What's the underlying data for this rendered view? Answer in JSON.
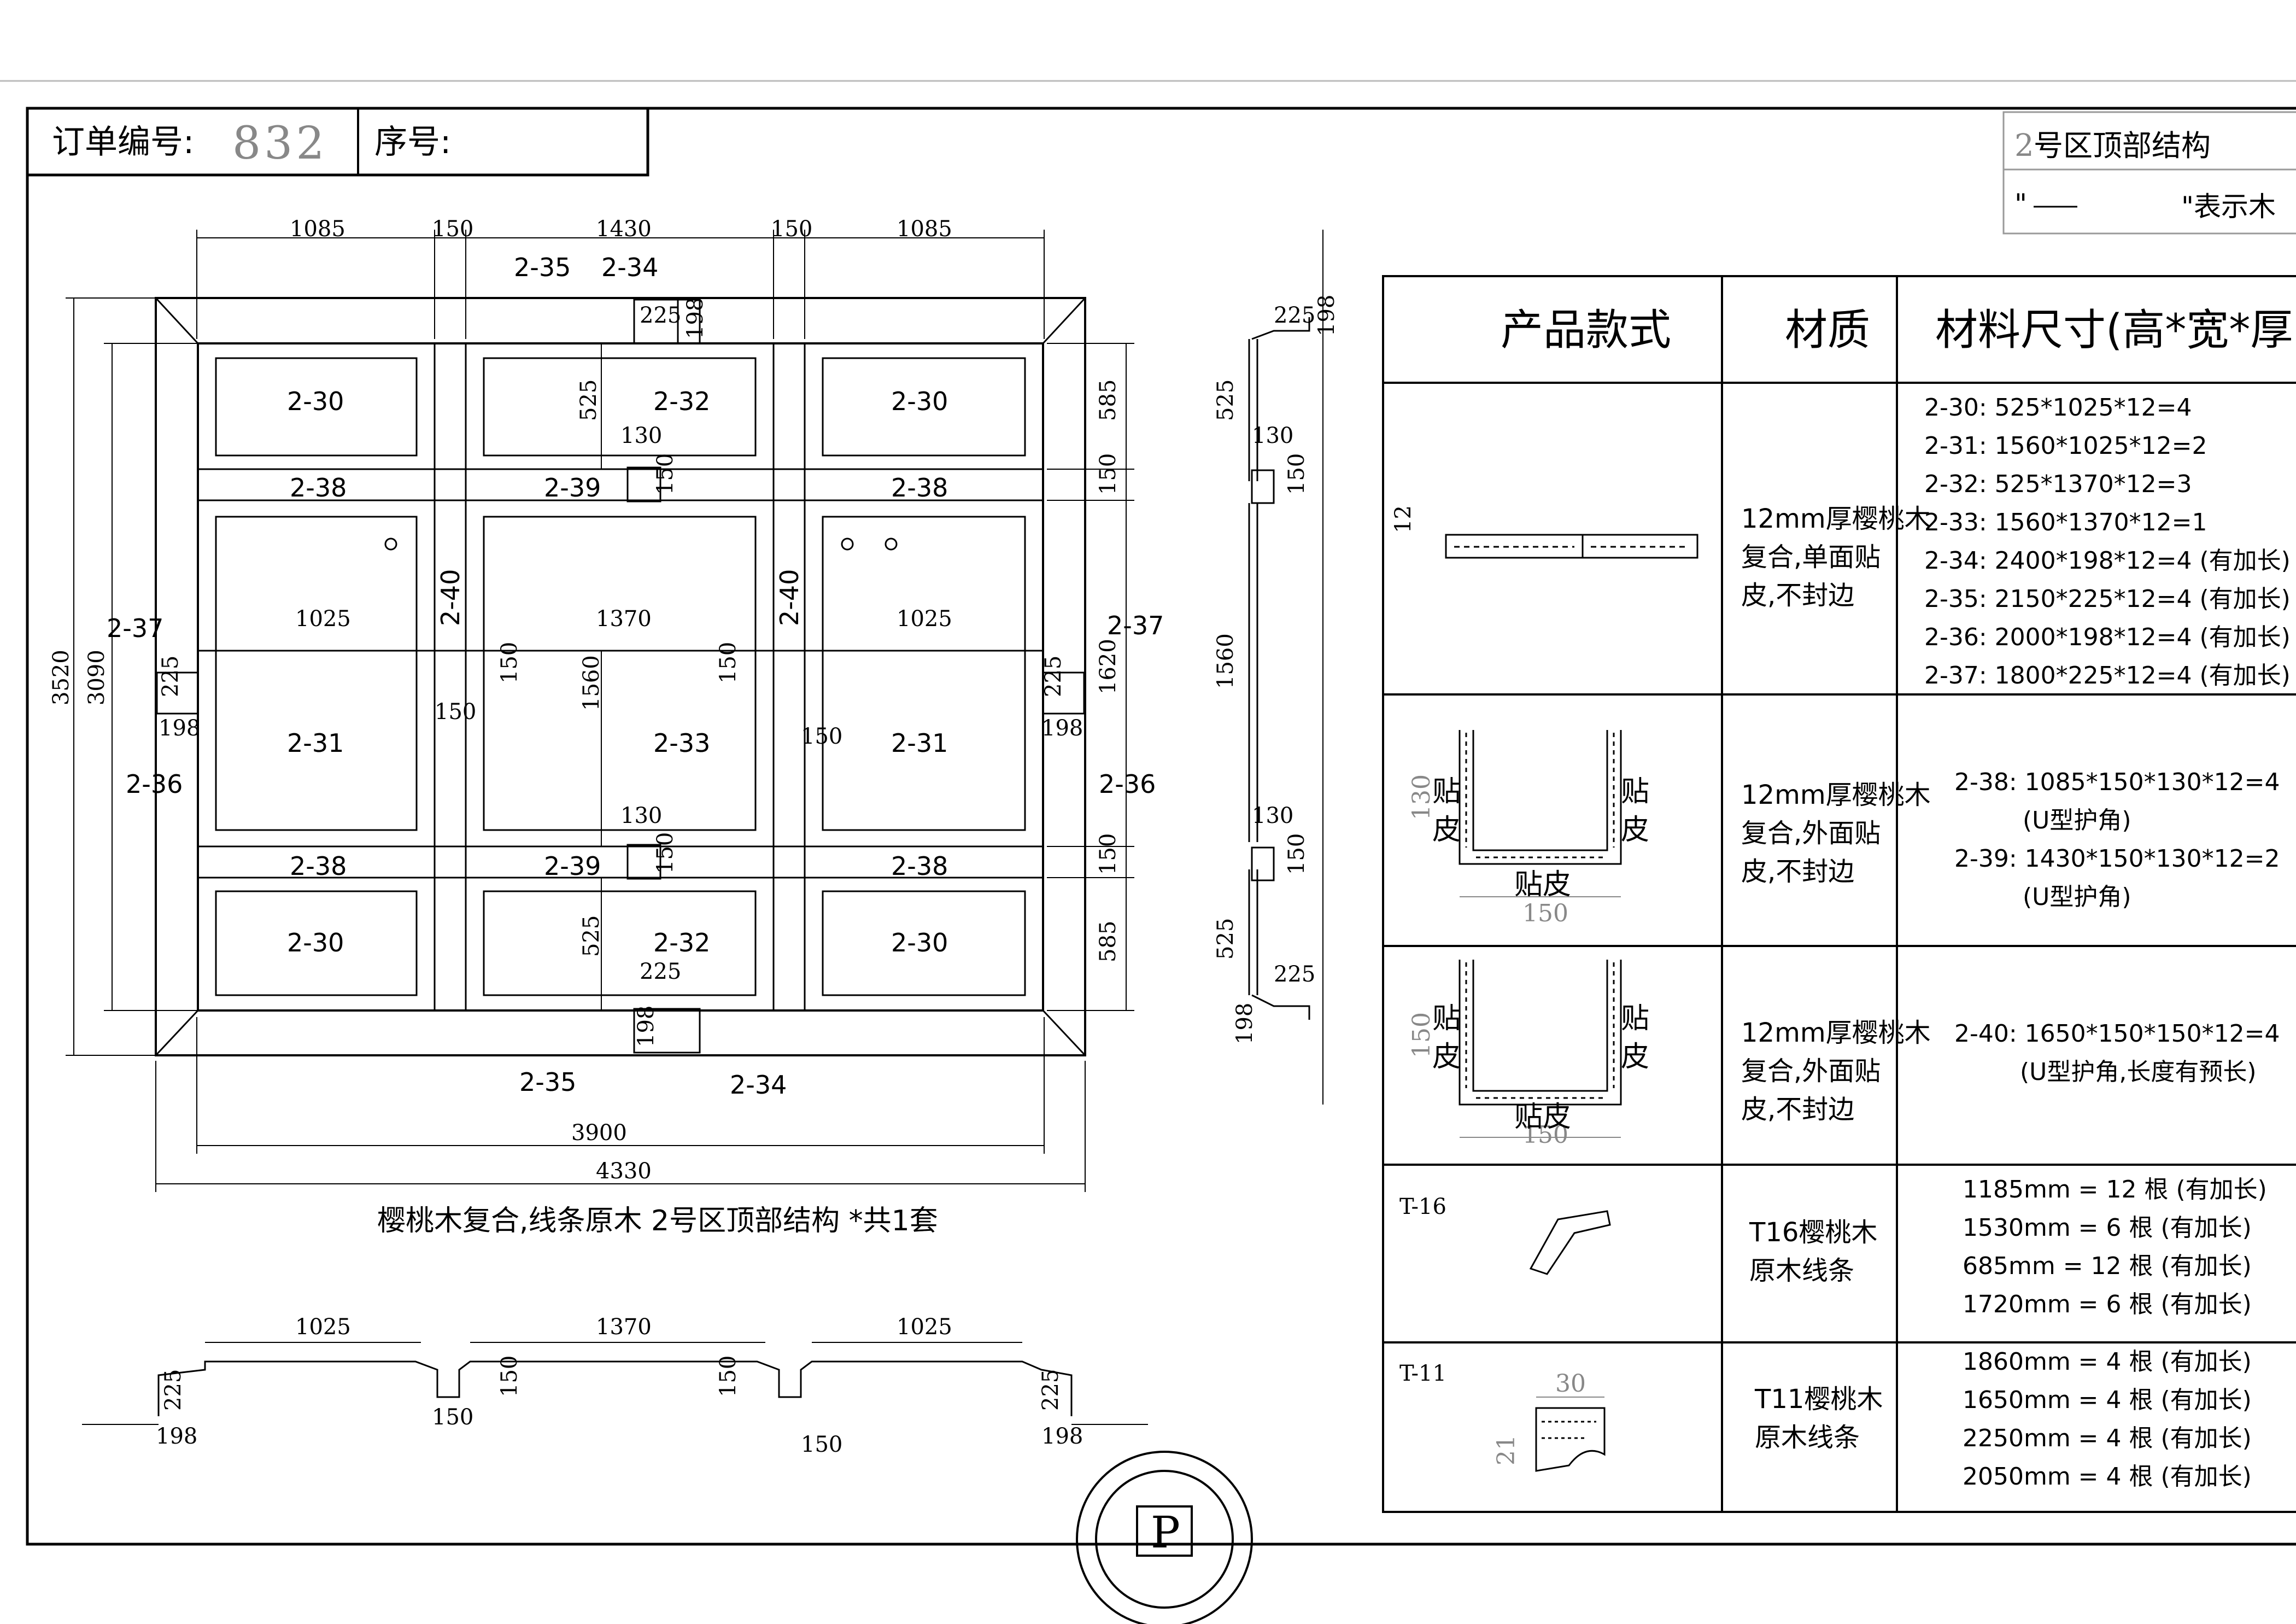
{
  "header": {
    "order_label": "订单编号:",
    "order_value": "832",
    "seq_label": "序号:",
    "title_prefix": "2",
    "title_text": "号区顶部结构",
    "legend_open_quote": "\"",
    "legend_close_quote": "\"表示木",
    "legend_symbol": "line-arrow-icon"
  },
  "plan": {
    "top_dims": [
      "1085",
      "150",
      "1430",
      "150",
      "1085"
    ],
    "bottom_inner_dim": "3900",
    "bottom_outer_dim": "4330",
    "left_outer_dim": "3520",
    "left_inner_dim": "3090",
    "right_dims": [
      "585",
      "150",
      "1620",
      "150",
      "585"
    ],
    "mid_dims": [
      "1025",
      "1370",
      "1025"
    ],
    "panels": [
      "2-30",
      "2-32",
      "2-30",
      "2-31",
      "2-33",
      "2-31",
      "2-30",
      "2-32",
      "2-30"
    ],
    "rail_labels": [
      "2-38",
      "2-39",
      "2-38",
      "2-38",
      "2-39",
      "2-38"
    ],
    "stile_labels": [
      "2-40",
      "2-40"
    ],
    "callouts": [
      "2-35",
      "2-34",
      "2-37",
      "2-37",
      "2-36",
      "2-36",
      "2-35",
      "2-34"
    ],
    "small_dims": {
      "d225": "225",
      "d198": "198",
      "d525": "525",
      "d130": "130",
      "d150": "150",
      "d1560": "1560"
    },
    "caption": "樱桃木复合,线条原木 2号区顶部结构 *共1套"
  },
  "section_side": {
    "dims": [
      "225",
      "198",
      "525",
      "130",
      "150",
      "1560",
      "130",
      "150",
      "525",
      "225",
      "198"
    ]
  },
  "section_bottom": {
    "dims": [
      "1025",
      "1370",
      "1025",
      "225",
      "198",
      "150",
      "150",
      "150",
      "150",
      "225",
      "198"
    ]
  },
  "table": {
    "headers": [
      "产品款式",
      "材质",
      "材料尺寸(高*宽*厚)"
    ],
    "rows": [
      {
        "profile_dim": "12",
        "material": [
          "12mm厚樱桃木",
          "复合,单面贴",
          "皮,不封边"
        ],
        "sizes": [
          "2-30: 525*1025*12=4",
          "2-31: 1560*1025*12=2",
          "2-32: 525*1370*12=3",
          "2-33: 1560*1370*12=1",
          "2-34: 2400*198*12=4 (有加长)",
          "2-35: 2150*225*12=4 (有加长)",
          "2-36: 2000*198*12=4 (有加长)",
          "2-37: 1800*225*12=4 (有加长)"
        ]
      },
      {
        "profile_dims": [
          "130",
          "150"
        ],
        "profile_labels": [
          "贴",
          "皮",
          "贴",
          "皮",
          "贴皮"
        ],
        "material": [
          "12mm厚樱桃木",
          "复合,外面贴",
          "皮,不封边"
        ],
        "sizes": [
          "2-38: 1085*150*130*12=4",
          "(U型护角)",
          "2-39: 1430*150*130*12=2",
          "(U型护角)"
        ]
      },
      {
        "profile_dims": [
          "150",
          "150"
        ],
        "profile_labels": [
          "贴",
          "皮",
          "贴",
          "皮",
          "贴皮"
        ],
        "material": [
          "12mm厚樱桃木",
          "复合,外面贴",
          "皮,不封边"
        ],
        "sizes": [
          "2-40: 1650*150*150*12=4",
          "(U型护角,长度有预长)"
        ]
      },
      {
        "code": "T-16",
        "material": [
          "T16樱桃木",
          "原木线条"
        ],
        "sizes": [
          "1185mm = 12 根 (有加长)",
          "1530mm = 6 根 (有加长)",
          "685mm = 12 根 (有加长)",
          "1720mm = 6 根 (有加长)"
        ]
      },
      {
        "code": "T-11",
        "profile_dims": [
          "30",
          "21"
        ],
        "material": [
          "T11樱桃木",
          "原木线条"
        ],
        "sizes": [
          "1860mm = 4 根 (有加长)",
          "1650mm = 4 根 (有加长)",
          "2250mm = 4 根 (有加长)",
          "2050mm = 4 根 (有加长)"
        ]
      }
    ]
  }
}
